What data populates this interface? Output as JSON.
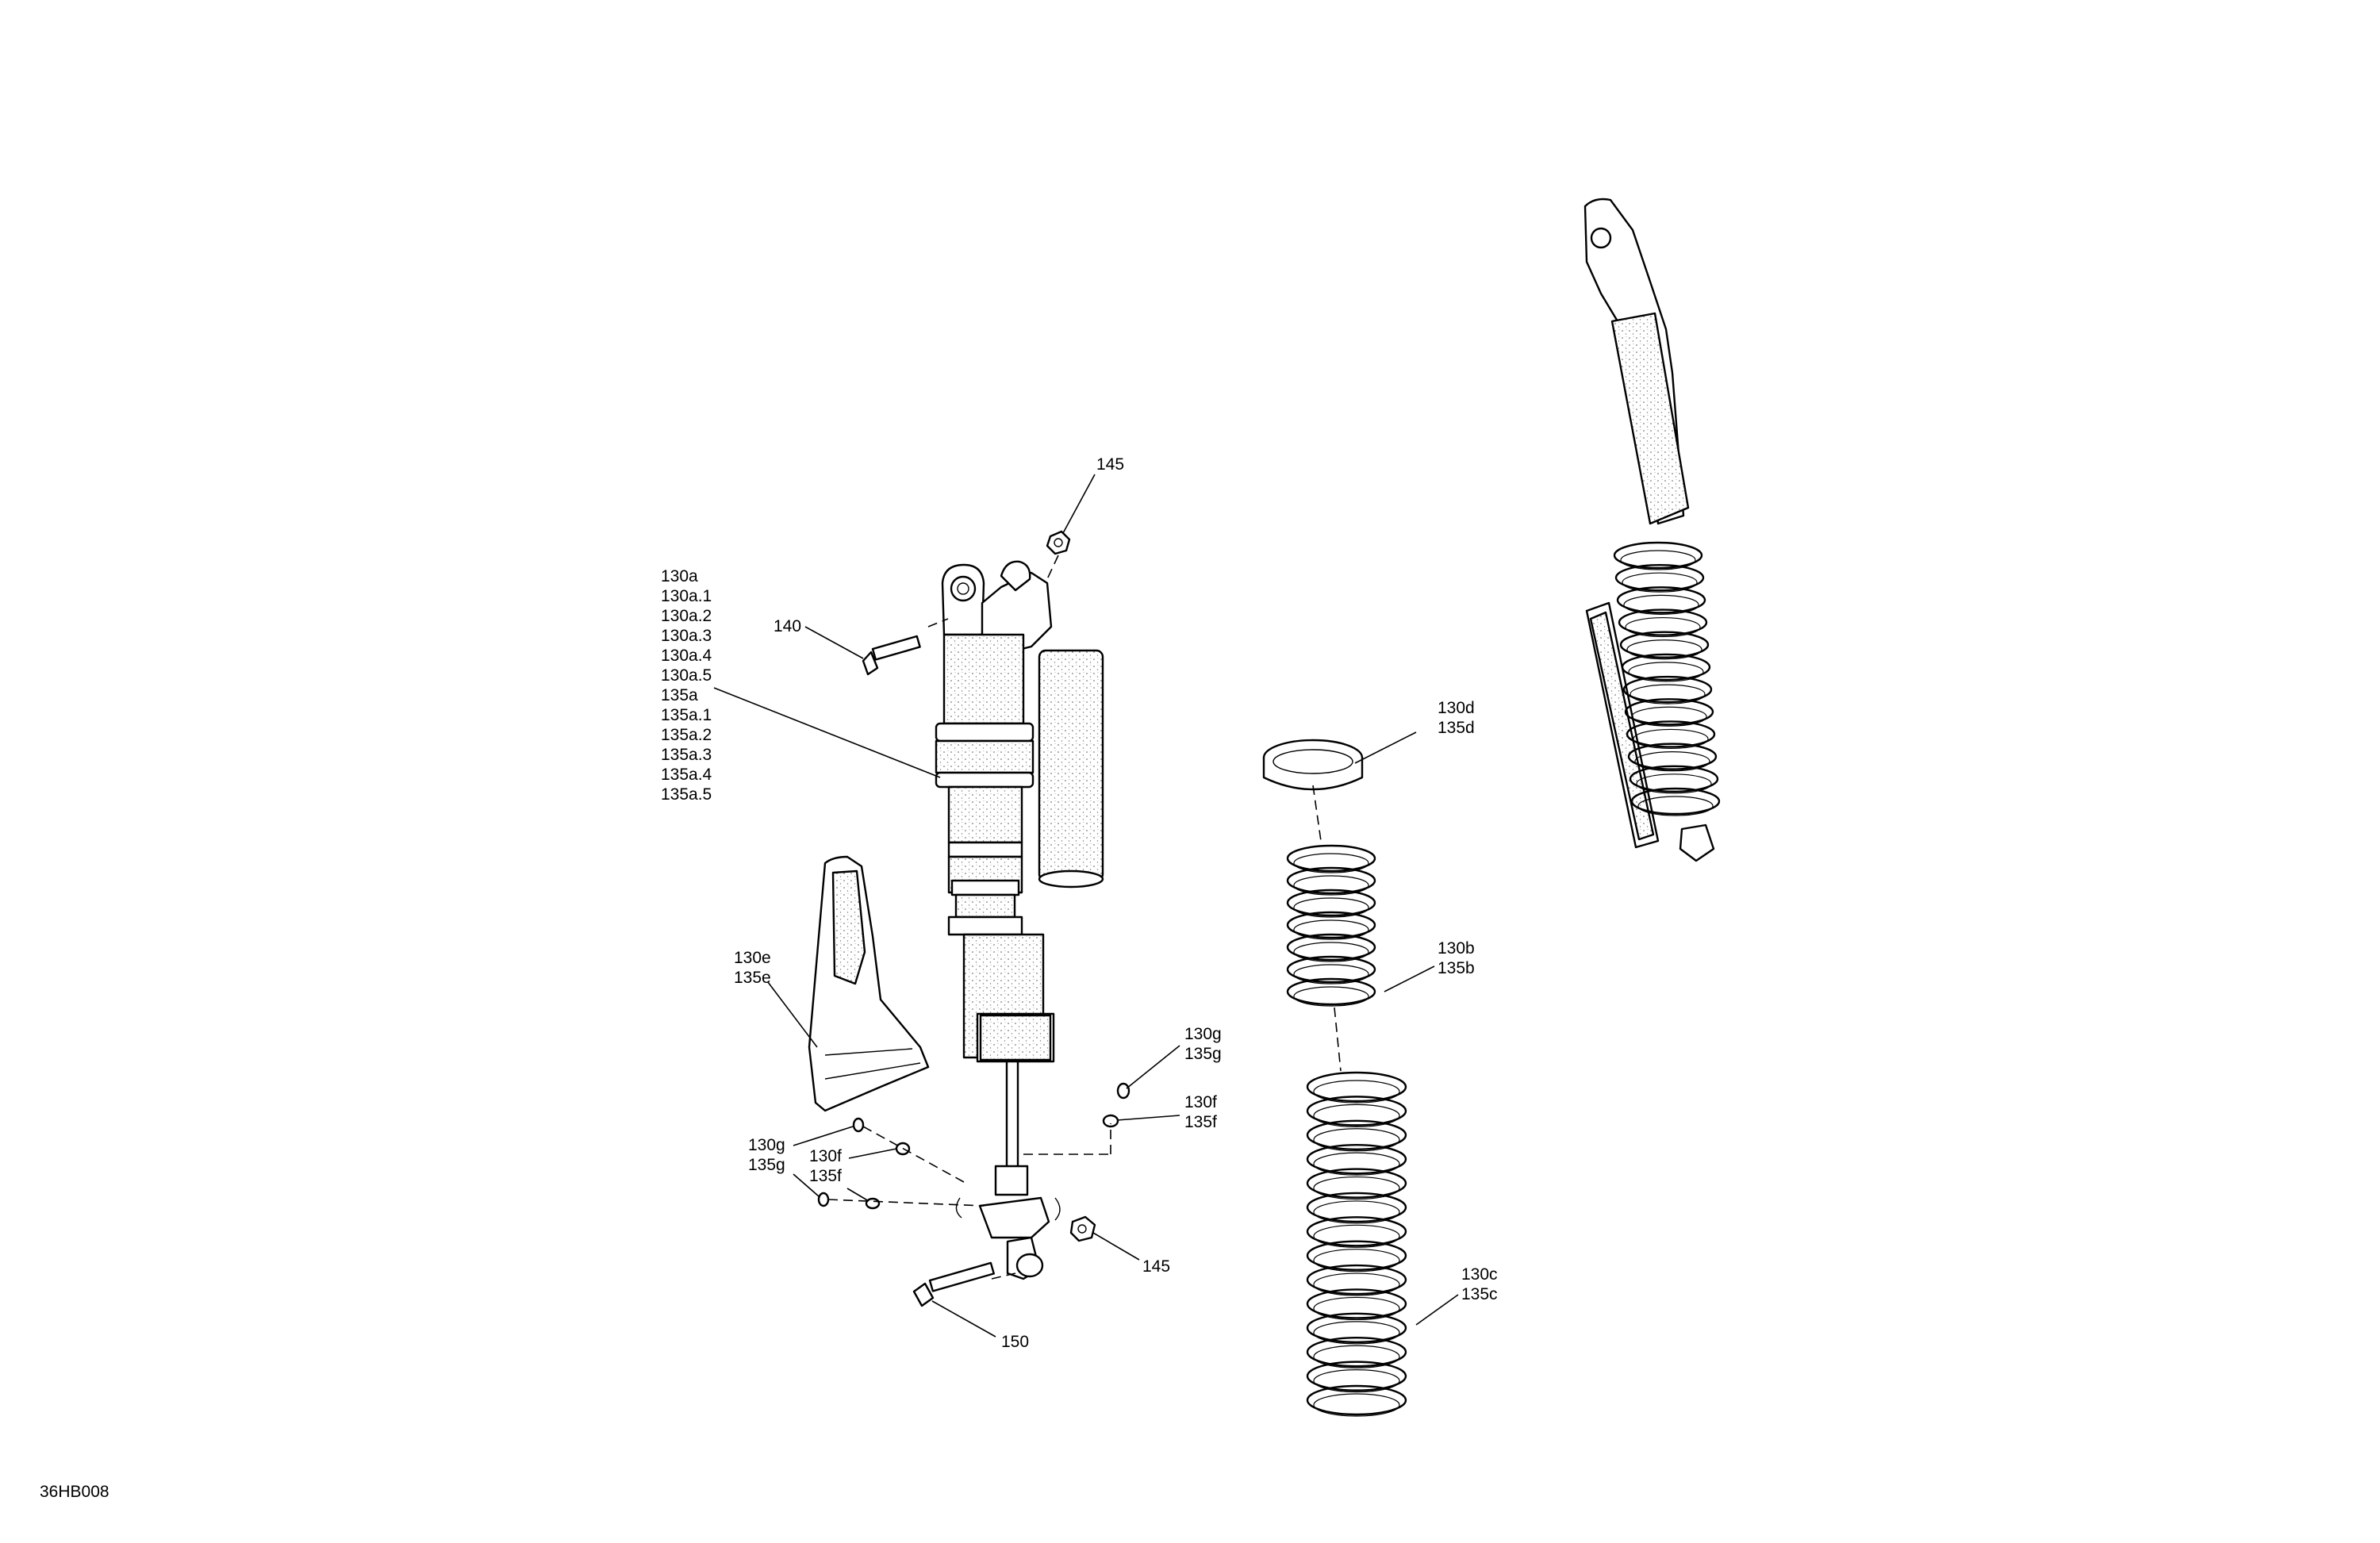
{
  "drawing_id": "36HB008",
  "callouts": {
    "shock_group": [
      "130a",
      "130a.1",
      "130a.2",
      "130a.3",
      "130a.4",
      "130a.5",
      "135a",
      "135a.1",
      "135a.2",
      "135a.3",
      "135a.4",
      "135a.5"
    ],
    "nut_top": "145",
    "bolt_top": "140",
    "spring_guard": [
      "130e",
      "135e"
    ],
    "spring_seat": [
      "130d",
      "135d"
    ],
    "spring_upper": [
      "130b",
      "135b"
    ],
    "spring_lower": [
      "130c",
      "135c"
    ],
    "clip_right": [
      "130g",
      "135g"
    ],
    "retainer_right": [
      "130f",
      "135f"
    ],
    "clip_left": [
      "130g",
      "135g"
    ],
    "retainer_left": [
      "130f",
      "135f"
    ],
    "nut_bottom": "145",
    "bolt_bottom": "150"
  }
}
